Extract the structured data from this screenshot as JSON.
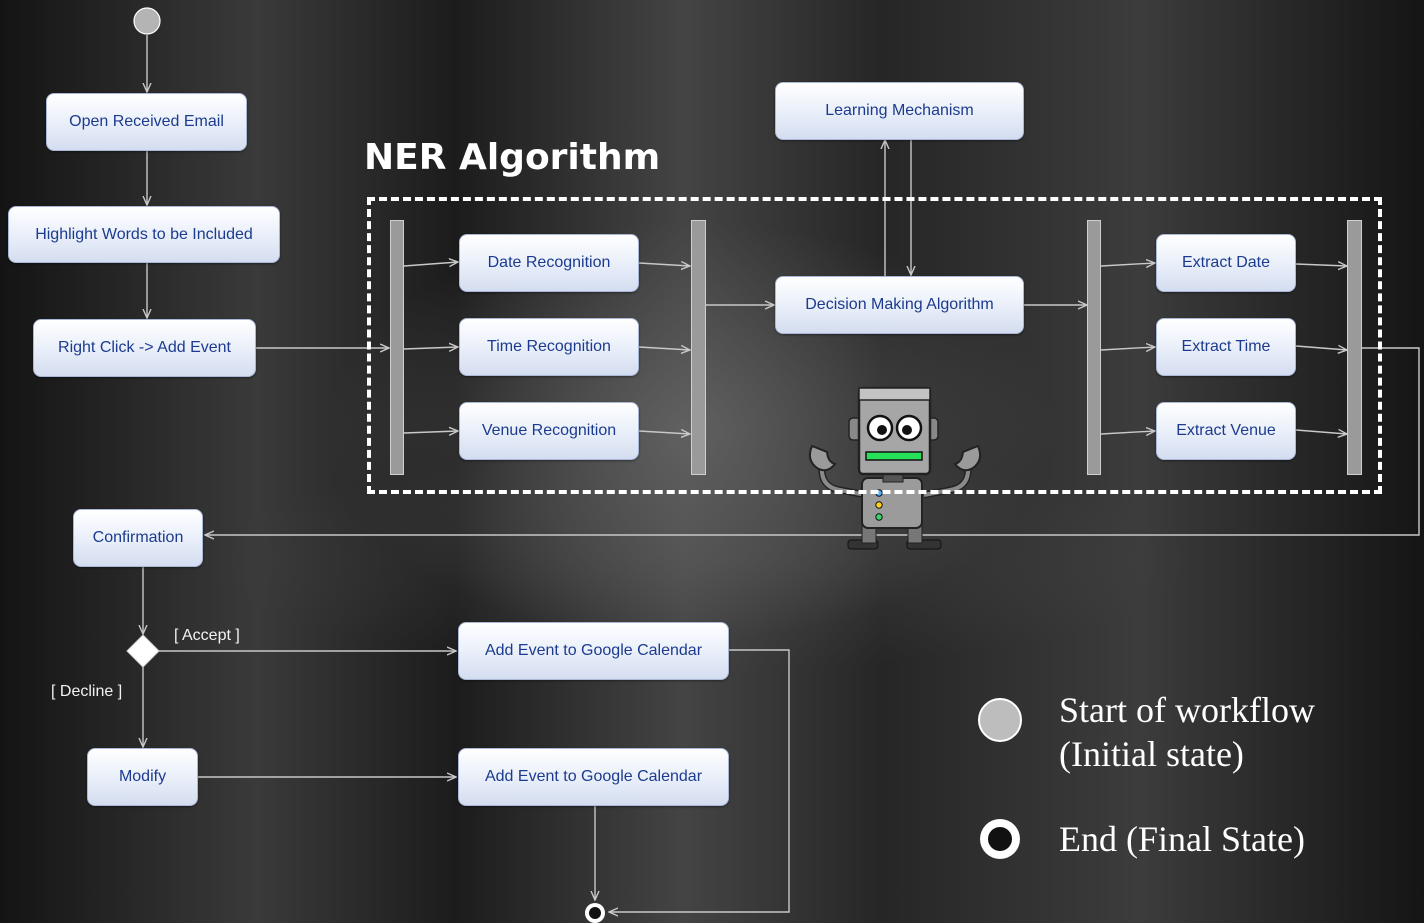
{
  "diagram": {
    "title": "NER Algorithm",
    "nodes": {
      "open_email": "Open Received Email",
      "highlight_words": "Highlight Words to be Included",
      "right_click": "Right Click -> Add Event",
      "date_recognition": "Date Recognition",
      "time_recognition": "Time Recognition",
      "venue_recognition": "Venue Recognition",
      "learning_mechanism": "Learning Mechanism",
      "decision_making": "Decision Making Algorithm",
      "extract_date": "Extract Date",
      "extract_time": "Extract Time",
      "extract_venue": "Extract Venue",
      "confirmation": "Confirmation",
      "add_event_accept": "Add Event to Google Calendar",
      "modify": "Modify",
      "add_event_modify": "Add Event to Google Calendar"
    },
    "guards": {
      "accept": "[ Accept ]",
      "decline": "[ Decline ]"
    }
  },
  "legend": {
    "start_line1": "Start of workflow",
    "start_line2": "(Initial state)",
    "end": "End (Final State)"
  },
  "colors": {
    "node_text": "#1c3b8f",
    "node_fill": "#e8eef9",
    "connector": "#c8c8c8",
    "initial_state": "#b4b4b4"
  }
}
